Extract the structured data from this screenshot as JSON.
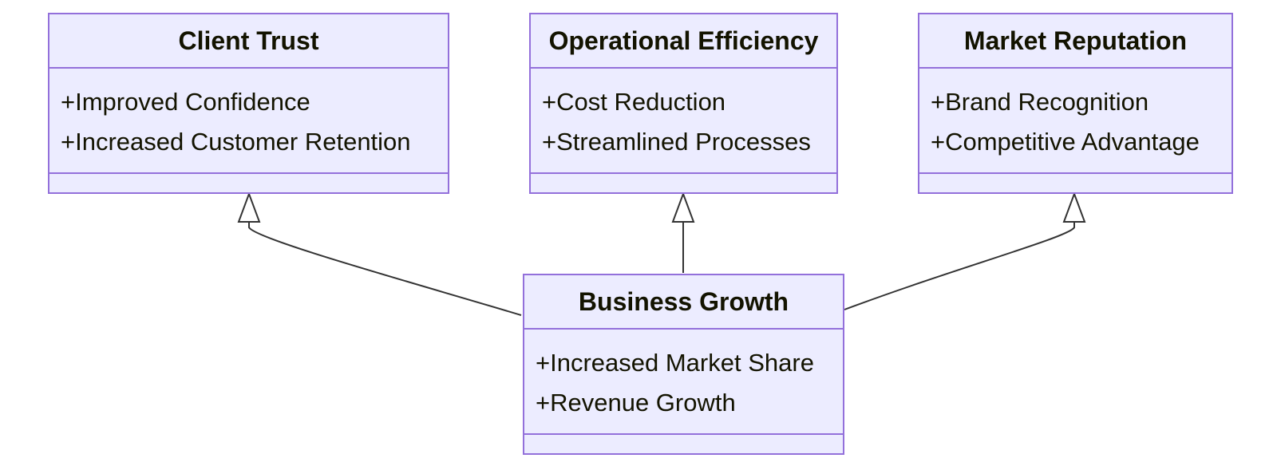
{
  "diagram": {
    "type": "class-diagram",
    "colors": {
      "box_fill": "#ECECFF",
      "box_border": "#9370DB",
      "line": "#333333",
      "text": "#131300"
    },
    "classes": [
      {
        "id": "client_trust",
        "name": "Client Trust",
        "attributes": [
          "+Improved Confidence",
          "+Increased Customer Retention"
        ]
      },
      {
        "id": "operational_efficiency",
        "name": "Operational Efficiency",
        "attributes": [
          "+Cost Reduction",
          "+Streamlined Processes"
        ]
      },
      {
        "id": "market_reputation",
        "name": "Market Reputation",
        "attributes": [
          "+Brand Recognition",
          "+Competitive Advantage"
        ]
      },
      {
        "id": "business_growth",
        "name": "Business Growth",
        "attributes": [
          "+Increased Market Share",
          "+Revenue Growth"
        ]
      }
    ],
    "relations": [
      {
        "from": "business_growth",
        "to": "client_trust",
        "type": "inheritance"
      },
      {
        "from": "business_growth",
        "to": "operational_efficiency",
        "type": "inheritance"
      },
      {
        "from": "business_growth",
        "to": "market_reputation",
        "type": "inheritance"
      }
    ]
  }
}
